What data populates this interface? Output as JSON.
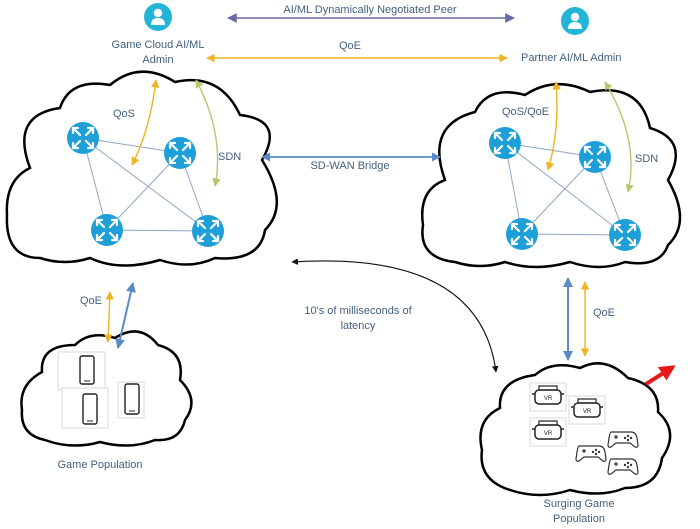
{
  "admins": {
    "game_cloud": "Game Cloud AI/ML Admin",
    "partner": "Partner AI/ML Admin"
  },
  "links": {
    "peer": "AI/ML Dynamically Negotiated Peer",
    "qoe_top": "QoE",
    "sdwan": "SD-WAN Bridge",
    "latency": "10's of milliseconds of latency"
  },
  "left_cloud": {
    "qos": "QoS",
    "sdn": "SDN"
  },
  "right_cloud": {
    "qos": "QoS/QoE",
    "sdn": "SDN"
  },
  "populations": {
    "game_qoe": "QoE",
    "game": "Game Population",
    "surge_qoe": "QoE",
    "surge": "Surging Game Population"
  },
  "colors": {
    "admin_icon": "#22b5d8",
    "router": "#1e9fd8",
    "peer_arrow": "#6b6aa8",
    "qoe_arrow": "#f0b323",
    "sdn_arrow": "#b4c86e",
    "blue_link": "#5b8ac6",
    "surge_arrow": "#e8191a"
  }
}
